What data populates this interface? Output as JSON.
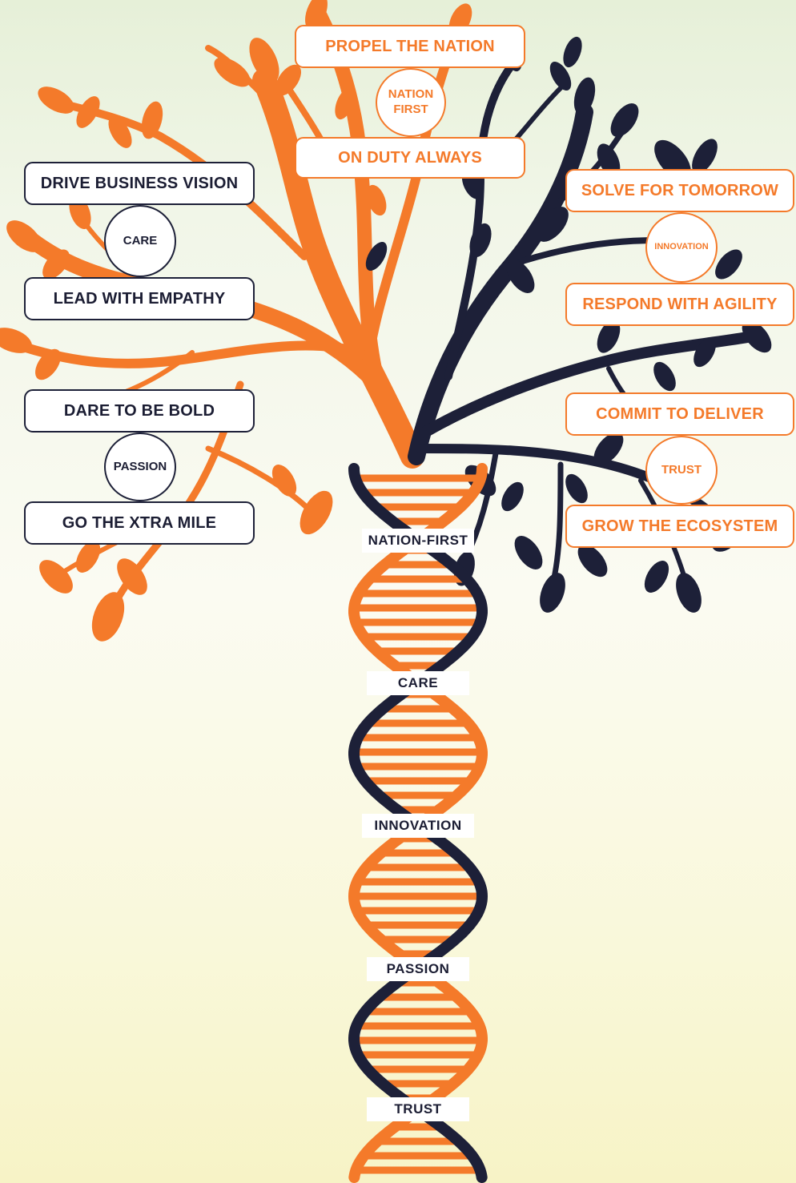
{
  "colors": {
    "orange": "#f47a2a",
    "navy": "#1d2038"
  },
  "left_values": [
    {
      "top": "DRIVE BUSINESS VISION",
      "circle": "CARE",
      "bottom": "LEAD WITH EMPATHY"
    },
    {
      "top": "DARE TO BE BOLD",
      "circle": "PASSION",
      "bottom": "GO THE XTRA MILE"
    }
  ],
  "top_value": {
    "top": "PROPEL THE NATION",
    "circle": "NATION\nFIRST",
    "bottom": "ON DUTY ALWAYS"
  },
  "right_values": [
    {
      "top": "SOLVE FOR TOMORROW",
      "circle": "INNOVATION",
      "bottom": "RESPOND WITH AGILITY"
    },
    {
      "top": "COMMIT TO DELIVER",
      "circle": "TRUST",
      "bottom": "GROW THE ECOSYSTEM"
    }
  ],
  "helix_values": [
    "NATION-FIRST",
    "CARE",
    "INNOVATION",
    "PASSION",
    "TRUST"
  ]
}
